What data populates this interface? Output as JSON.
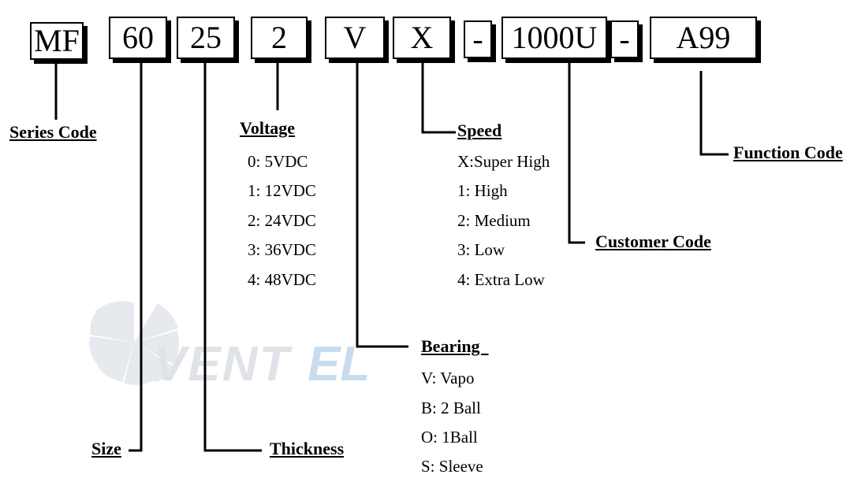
{
  "codes": [
    {
      "id": "series",
      "text": "MF"
    },
    {
      "id": "size",
      "text": "60"
    },
    {
      "id": "thickness",
      "text": "25"
    },
    {
      "id": "voltage",
      "text": "2"
    },
    {
      "id": "bearing",
      "text": "V"
    },
    {
      "id": "speed",
      "text": "X"
    },
    {
      "id": "dash1",
      "text": "-"
    },
    {
      "id": "customer",
      "text": "1000U"
    },
    {
      "id": "dash2",
      "text": "-"
    },
    {
      "id": "function",
      "text": "A99"
    }
  ],
  "labels": {
    "series": "Series Code",
    "size": "Size",
    "thickness": "Thickness",
    "voltage": "Voltage",
    "speed": "Speed",
    "bearing": "Bearing  ",
    "customer": "Customer Code",
    "function": "Function Code"
  },
  "voltage_options": [
    "0: 5VDC",
    "1: 12VDC",
    "2: 24VDC",
    "3: 36VDC",
    "4: 48VDC"
  ],
  "speed_options": [
    "X:Super High",
    "1: High",
    "2: Medium",
    "3: Low",
    "4: Extra Low"
  ],
  "bearing_options": [
    "V: Vapo",
    "B: 2 Ball",
    "O: 1Ball",
    "S: Sleeve"
  ],
  "watermark": {
    "text": "VENTEL",
    "color": "#dfe3e8",
    "accent": "#c7dcef"
  },
  "colors": {
    "line": "#000000",
    "text": "#000000"
  }
}
